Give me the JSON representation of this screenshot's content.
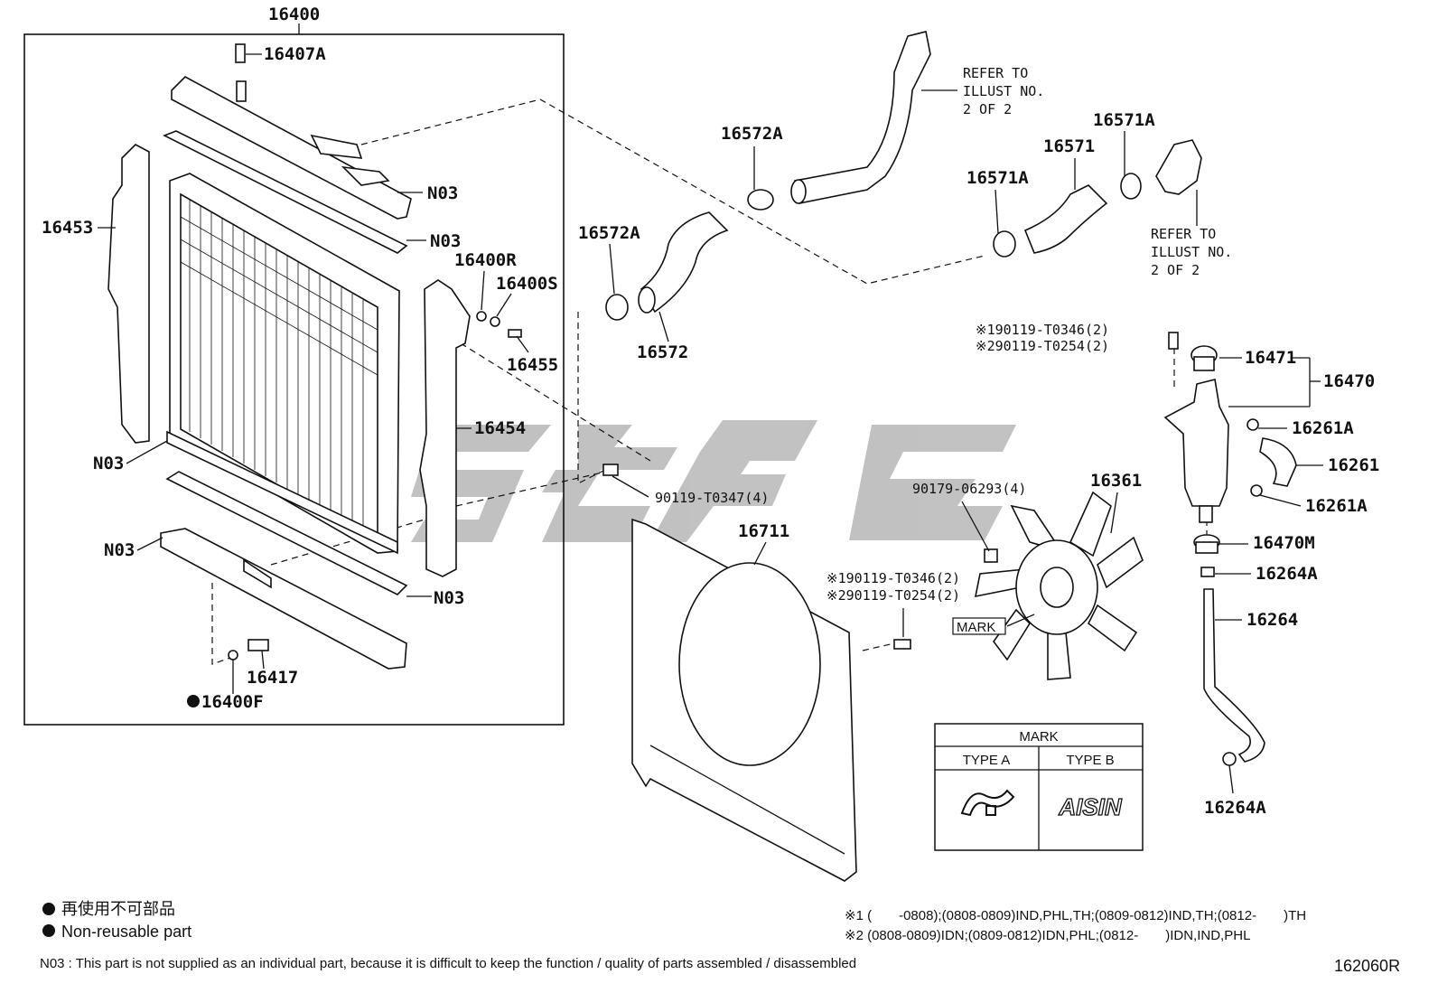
{
  "labels": {
    "p16400": "16400",
    "p16407A": "16407A",
    "p16453": "16453",
    "n03_a": "N03",
    "n03_b": "N03",
    "n03_c": "N03",
    "n03_d": "N03",
    "n03_e": "N03",
    "p16400R": "16400R",
    "p16400S": "16400S",
    "p16455": "16455",
    "p16454": "16454",
    "p16417": "16417",
    "p16400F": "16400F",
    "p16572A_top": "16572A",
    "p16572A_left": "16572A",
    "p16572": "16572",
    "p16571A_top": "16571A",
    "p16571": "16571",
    "p16571A_left": "16571A",
    "refer1": [
      "REFER TO",
      "ILLUST NO.",
      "2 OF 2"
    ],
    "refer2": [
      "REFER TO",
      "ILLUST NO.",
      "2 OF 2"
    ],
    "bolt_top_1": "※190119-T0346(2)",
    "bolt_top_2": "※290119-T0254(2)",
    "p16471": "16471",
    "p16470": "16470",
    "p16261A_top": "16261A",
    "p16261": "16261",
    "p16261A_bot": "16261A",
    "p16470M": "16470M",
    "p16264A_top": "16264A",
    "p16264": "16264",
    "p16264A_bot": "16264A",
    "bolt_90119": "90119-T0347(4)",
    "nut_90179": "90179-06293(4)",
    "p16361": "16361",
    "p16711": "16711",
    "bolt_mid_1": "※190119-T0346(2)",
    "bolt_mid_2": "※290119-T0254(2)",
    "mark_tag": "MARK"
  },
  "mark_table": {
    "title": "MARK",
    "type_a": "TYPE A",
    "type_b": "TYPE B",
    "logo_b": "AISIN"
  },
  "footer": {
    "legend_jp": "再使用不可部品",
    "legend_en": "Non-reusable part",
    "n03_note": "N03 : This part is not supplied as an individual part, because it is difficult to keep the function / quality of parts assembled / disassembled",
    "note1": "※1 (　　-0808);(0808-0809)IND,PHL,TH;(0809-0812)IND,TH;(0812-　　)TH",
    "note2": "※2 (0808-0809)IDN;(0809-0812)IDN,PHL;(0812-　　)IDN,IND,PHL",
    "diagram_id": "162060R"
  },
  "watermark": {
    "color": "#9a9a9a"
  }
}
